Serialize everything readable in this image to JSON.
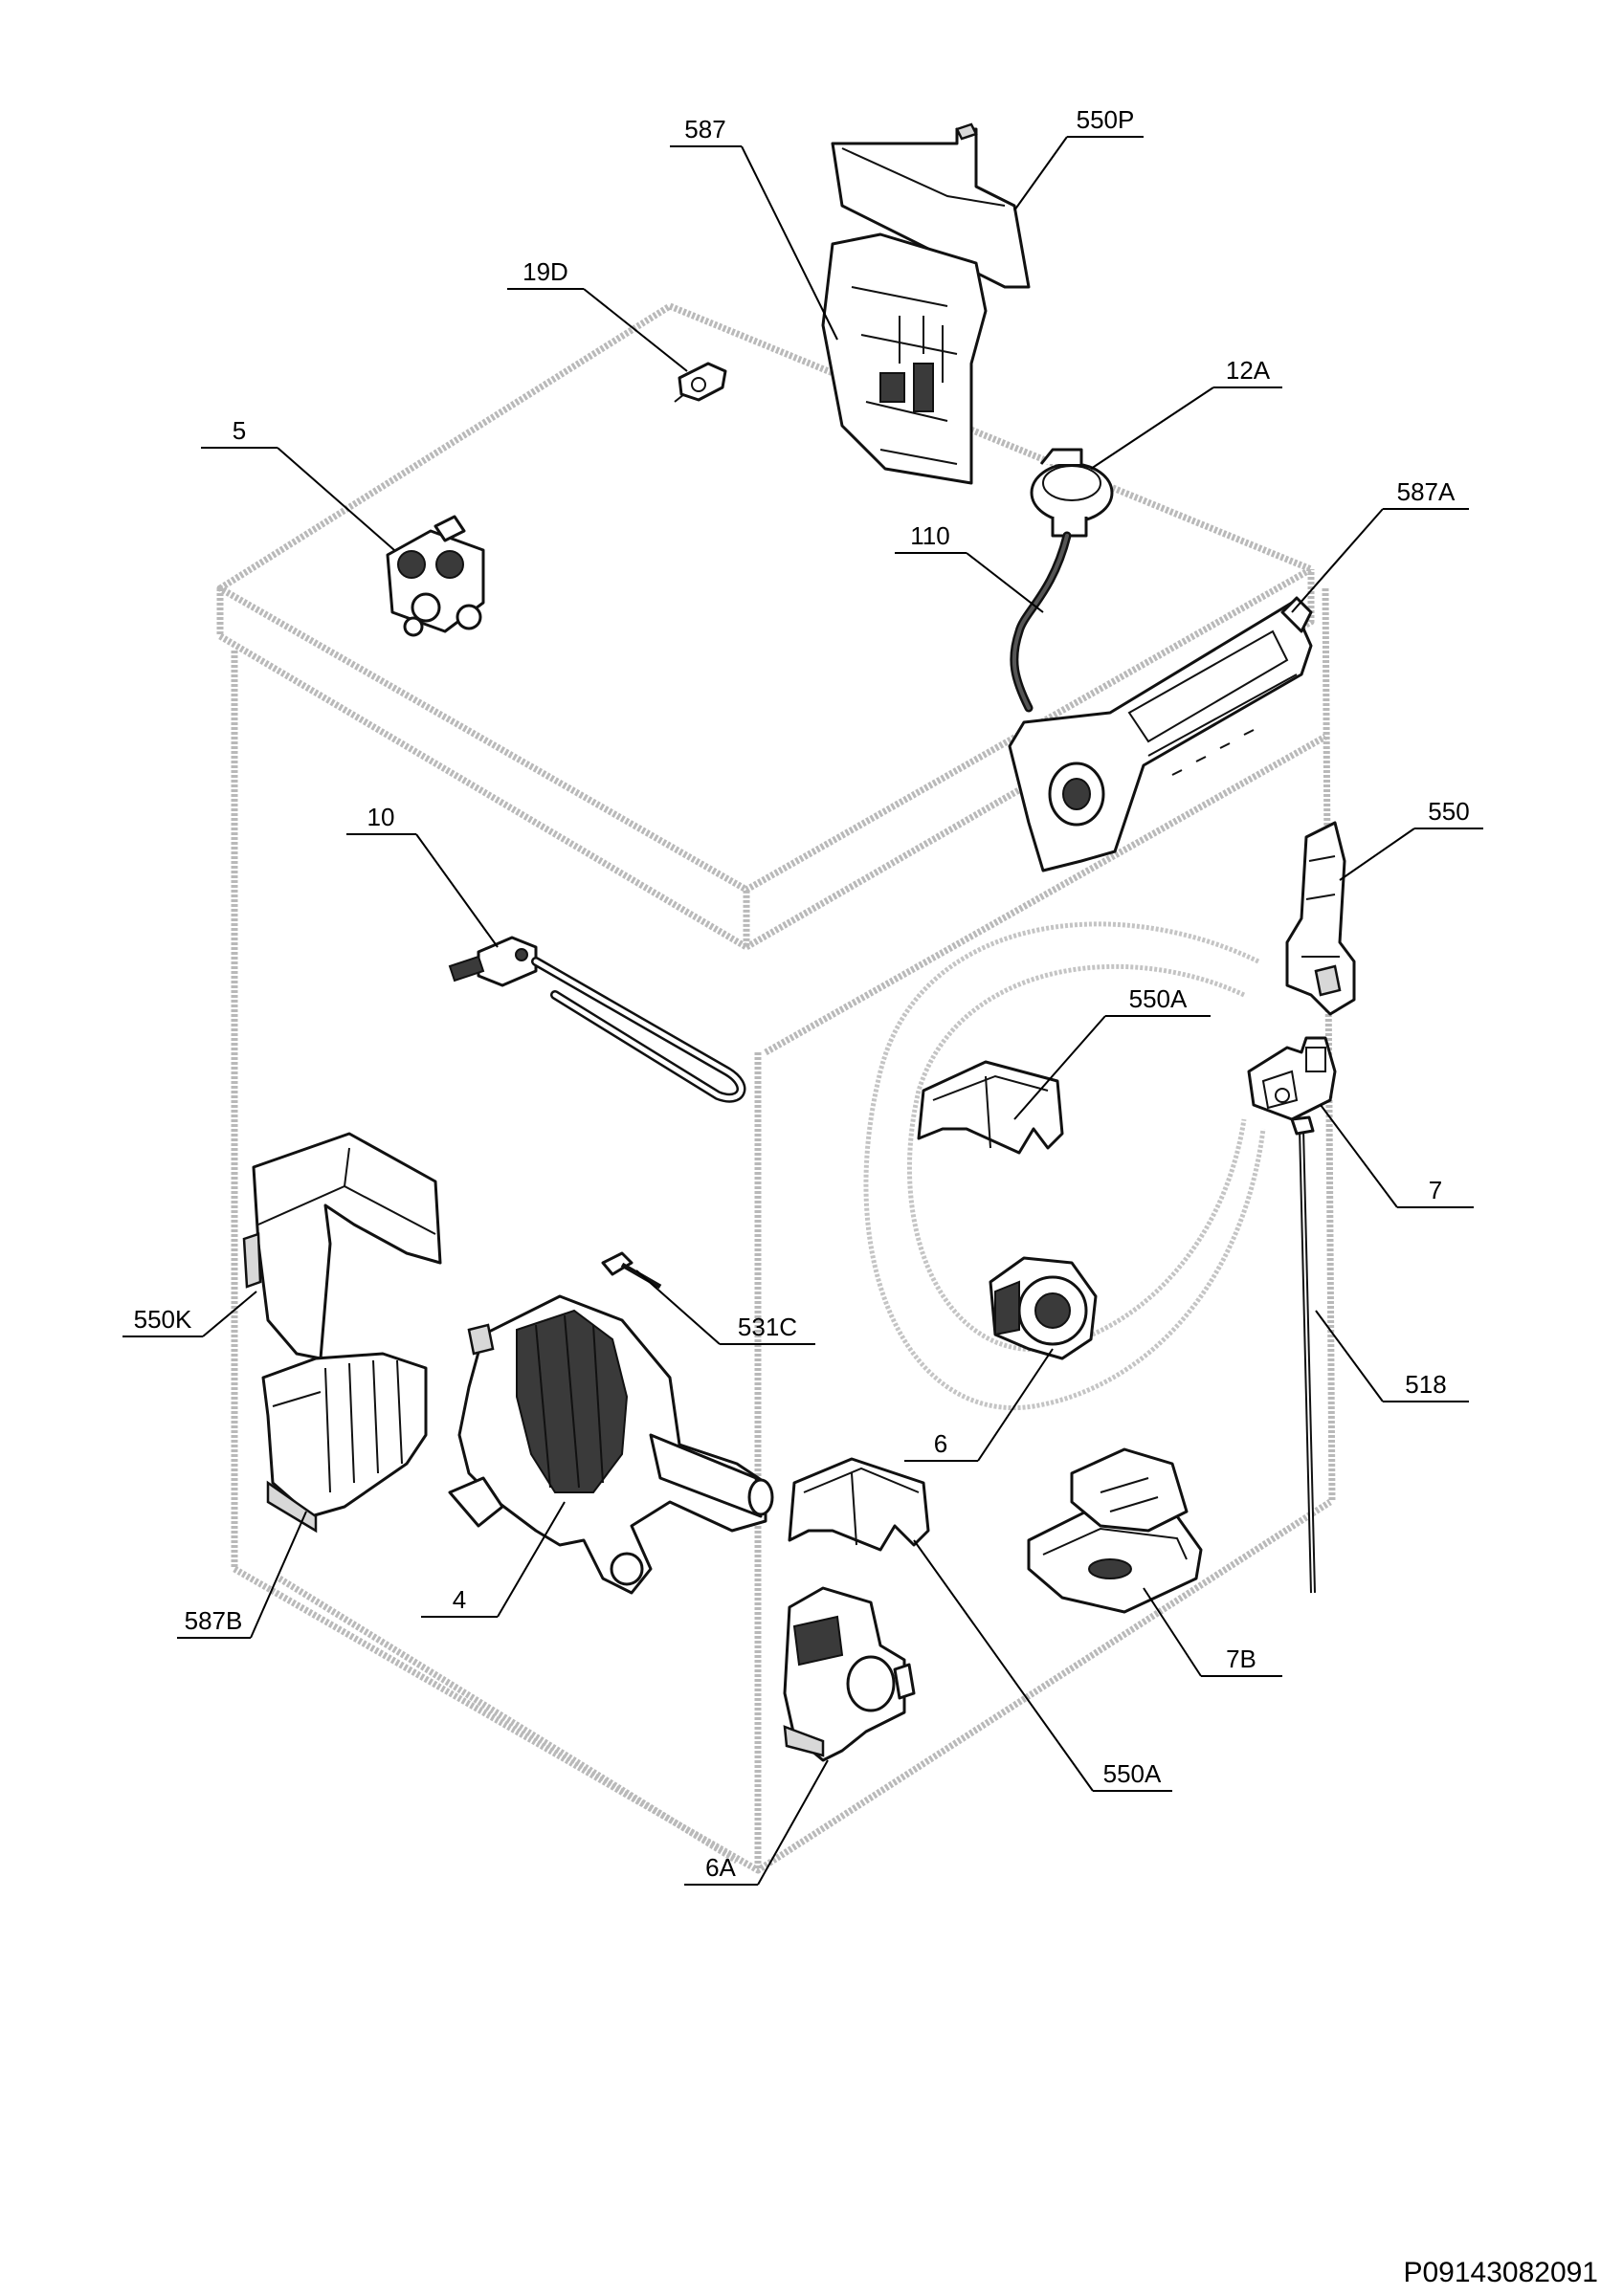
{
  "labels": {
    "l550P": "550P",
    "l587": "587",
    "l19D": "19D",
    "l12A": "12A",
    "l5": "5",
    "l110": "110",
    "l587A": "587A",
    "l10": "10",
    "l550": "550",
    "l550A_top": "550A",
    "l7": "7",
    "l550K": "550K",
    "l531C": "531C",
    "l518": "518",
    "l6": "6",
    "l587B": "587B",
    "l4": "4",
    "l7B": "7B",
    "l550A_bottom": "550A",
    "l6A": "6A"
  },
  "footer": {
    "code": "P09143082091"
  }
}
